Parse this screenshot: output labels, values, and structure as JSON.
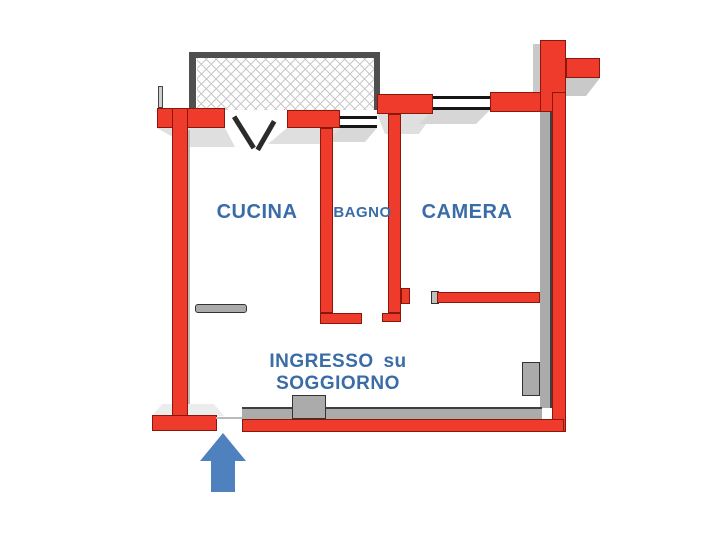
{
  "plan": {
    "title": "apartment floor plan",
    "labels": {
      "cucina": "CUCINA",
      "bagno": "BAGNO",
      "camera": "CAMERA",
      "ingresso": "INGRESSO su SOGGIORNO"
    },
    "entrance": {
      "indicator": "up-arrow",
      "location": "bottom-left opening"
    },
    "features": {
      "balcony": "hatched terrace with dark frame, top",
      "windows": [
        "bathroom-window-top",
        "bedroom-window-top"
      ],
      "doors": [
        "double-door-kitchen-to-balcony",
        "entrance-opening-bottom"
      ]
    },
    "colors": {
      "wall_red": "#EE3B2C",
      "wall_outline": "#8B170B",
      "bevel_gray": "#ABABAB",
      "bevel_light": "#DFDFDF",
      "frame_dark": "#4F4F4F",
      "window_black": "#161616",
      "label_blue": "#3A6CA8",
      "arrow_blue": "#4E81BD",
      "door_dark": "#2B2B2B"
    }
  }
}
